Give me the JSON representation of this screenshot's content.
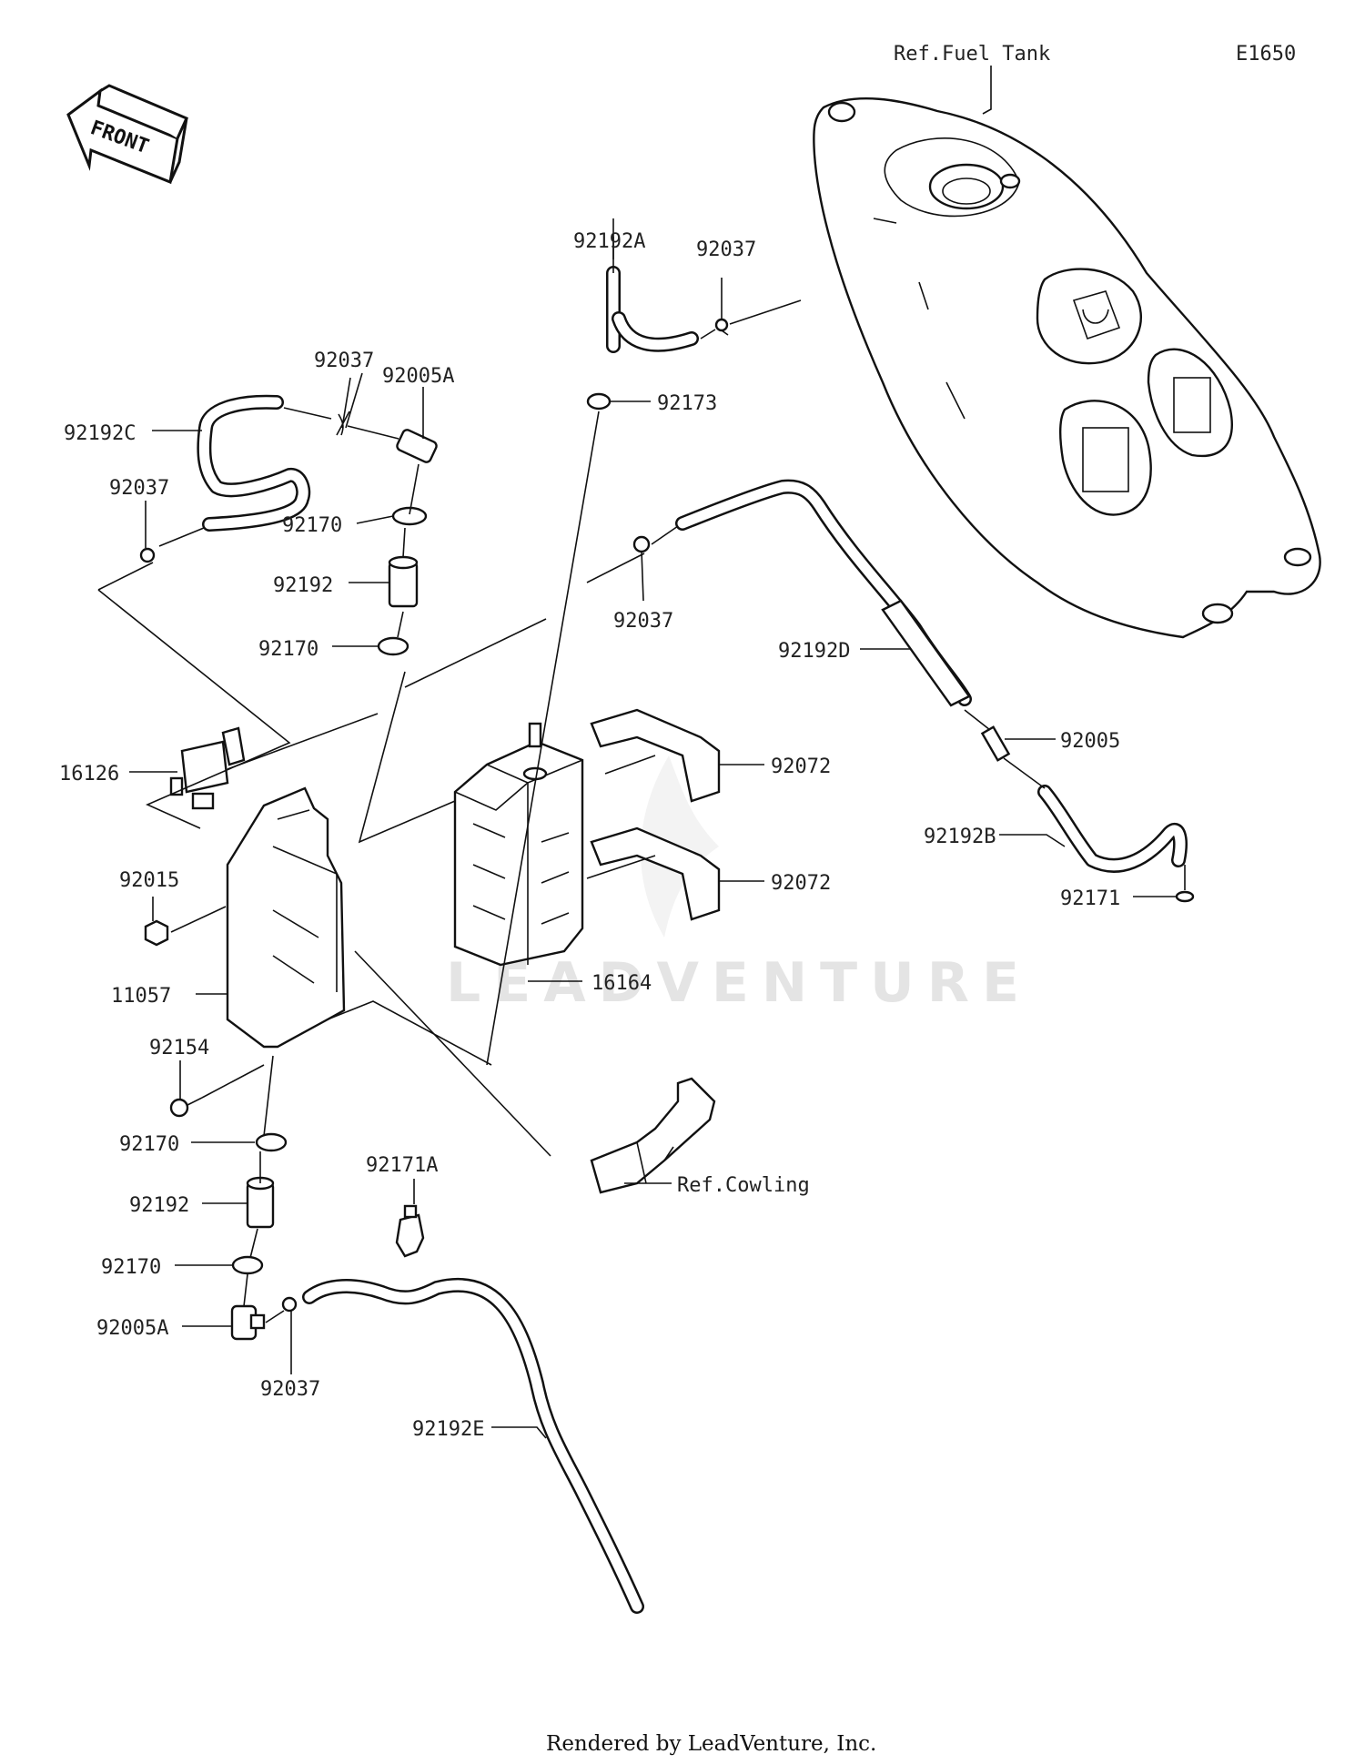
{
  "diagram_code": "E1650",
  "front_label": "FRONT",
  "watermark": "LEADVENTURE",
  "footer": "Rendered by LeadVenture, Inc.",
  "refs": {
    "fuel_tank": "Ref.Fuel Tank",
    "cowling": "Ref.Cowling"
  },
  "callouts": {
    "p92192A": "92192A",
    "p92037_top": "92037",
    "p92173": "92173",
    "p92037_a": "92037",
    "p92005A_top": "92005A",
    "p92192C": "92192C",
    "p92037_b": "92037",
    "p92170_a": "92170",
    "p92192_a": "92192",
    "p92170_b": "92170",
    "p92037_mid": "92037",
    "p92192D": "92192D",
    "p92005": "92005",
    "p92192B": "92192B",
    "p92171": "92171",
    "p16126": "16126",
    "p92072_a": "92072",
    "p92072_b": "92072",
    "p92015": "92015",
    "p16164": "16164",
    "p11057": "11057",
    "p92154": "92154",
    "p92170_c": "92170",
    "p92171A": "92171A",
    "p92192_b": "92192",
    "p92170_d": "92170",
    "p92005A_bot": "92005A",
    "p92037_bot": "92037",
    "p92192E": "92192E"
  }
}
